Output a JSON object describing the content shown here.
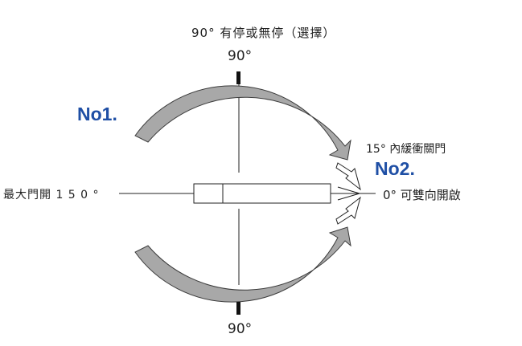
{
  "labels": {
    "title": "90° 有停或無停（選擇）",
    "top_angle": "90°",
    "bottom_angle": "90°",
    "no1": "No1.",
    "no2": "No2.",
    "inner_swing": "15° 內緩衝關門",
    "max_open": "最大門開 1 5 0 °",
    "zero_both_ways": "0° 可雙向開啟"
  },
  "colors": {
    "arc_fill": "#a8a8a8",
    "arc_stroke": "#3a3a3a",
    "marker": "#111111",
    "accent_blue": "#1f4fa5"
  }
}
